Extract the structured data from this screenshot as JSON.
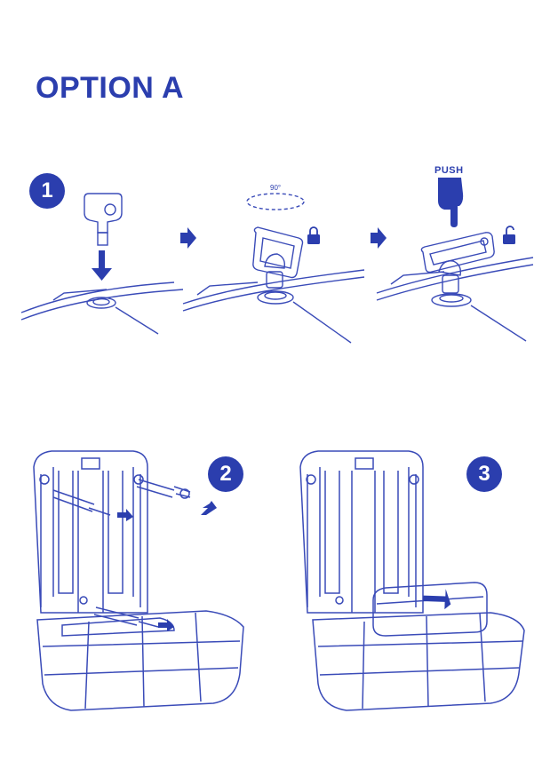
{
  "title": "OPTION A",
  "steps": [
    {
      "number": "1"
    },
    {
      "number": "2"
    },
    {
      "number": "3"
    }
  ],
  "labels": {
    "angle": "90°",
    "push": "PUSH"
  },
  "icons": {
    "lock": "lock-closed-icon",
    "unlock": "lock-open-icon",
    "arrow": "right-arrow-icon",
    "hand": "pointing-hand-icon"
  },
  "colors": {
    "accent": "#2b3eae",
    "line": "#3a4bb8"
  }
}
